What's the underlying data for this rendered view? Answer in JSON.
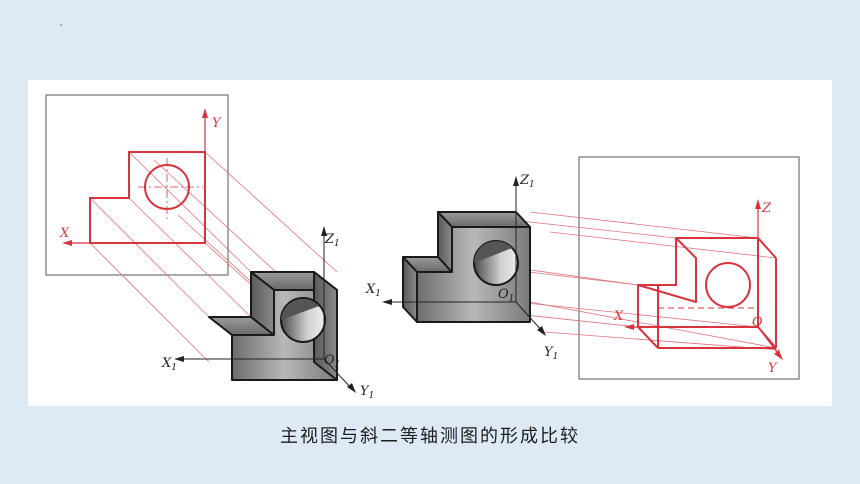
{
  "caption": "主视图与斜二等轴测图的形成比较",
  "left": {
    "proj_x": "X",
    "proj_y": "Y",
    "ax_x": "X",
    "ax_y": "Y",
    "ax_z": "Z",
    "origin": "O",
    "sub": "1"
  },
  "right": {
    "proj_x": "X",
    "proj_y": "Y",
    "proj_z": "Z",
    "proj_o": "O",
    "ax_x": "X",
    "ax_y": "Y",
    "ax_z": "Z",
    "origin": "O",
    "sub": "1"
  },
  "colors": {
    "red": "#d8343e",
    "redthin": "#e0737a",
    "dark": "#222222",
    "box": "#555555"
  }
}
